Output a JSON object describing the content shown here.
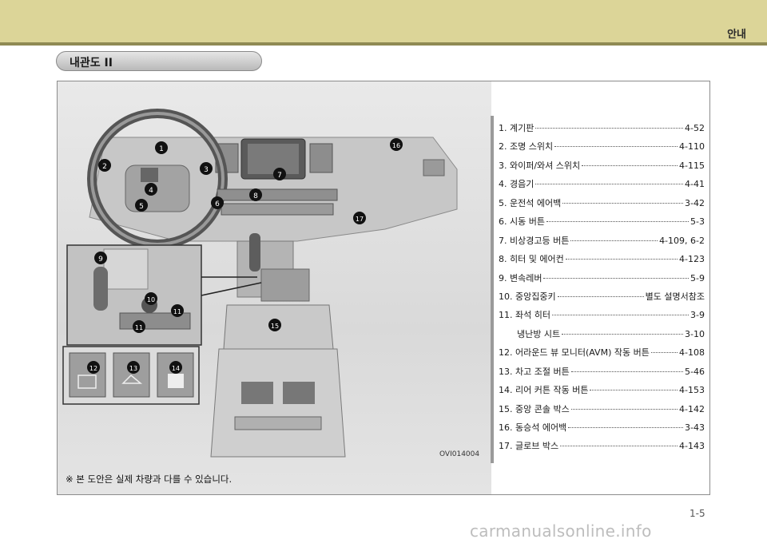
{
  "header": {
    "section": "안내"
  },
  "title": "내관도 II",
  "figure": {
    "code": "OVI014004",
    "note": "※ 본 도안은 실제 차량과 다를 수 있습니다.",
    "markers": [
      "1",
      "2",
      "3",
      "4",
      "5",
      "6",
      "7",
      "8",
      "9",
      "10",
      "11",
      "11",
      "12",
      "13",
      "14",
      "15",
      "16",
      "17"
    ]
  },
  "toc": [
    {
      "label": "1. 계기판",
      "page": "4-52"
    },
    {
      "label": "2. 조명 스위치",
      "page": "4-110"
    },
    {
      "label": "3. 와이퍼/와셔 스위치",
      "page": "4-115"
    },
    {
      "label": "4. 경음기",
      "page": "4-41"
    },
    {
      "label": "5. 운전석 에어백",
      "page": "3-42"
    },
    {
      "label": "6. 시동 버튼",
      "page": "5-3"
    },
    {
      "label": "7. 비상경고등 버튼",
      "page": "4-109, 6-2"
    },
    {
      "label": "8. 히터 및 에어컨",
      "page": "4-123"
    },
    {
      "label": "9. 변속레버",
      "page": "5-9"
    },
    {
      "label": "10. 중앙집중키",
      "page": "별도 설명서참조"
    },
    {
      "label": "11. 좌석 히터",
      "page": "3-9"
    },
    {
      "label": "냉난방 시트",
      "page": "3-10"
    },
    {
      "label": "12. 어라운드 뷰 모니터(AVM) 작동 버튼",
      "page": "4-108"
    },
    {
      "label": "13. 차고 조절 버튼",
      "page": "5-46"
    },
    {
      "label": "14. 리어 커튼 작동 버튼",
      "page": "4-153"
    },
    {
      "label": "15. 중앙 콘솔 박스",
      "page": "4-142"
    },
    {
      "label": "16. 동승석 에어백",
      "page": "3-43"
    },
    {
      "label": "17. 글로브 박스",
      "page": "4-143"
    }
  ],
  "page_number": "1-5",
  "watermark": "carmanualsonline.info"
}
